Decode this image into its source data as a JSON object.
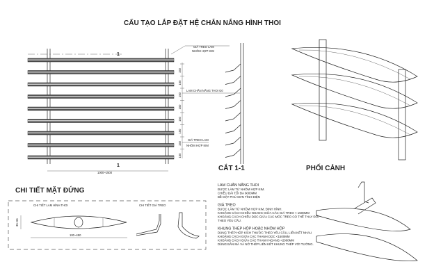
{
  "title": "CẤU TẠO LẮP ĐẶT HỆ CHẮN NẮNG HÌNH THOI",
  "elevation": {
    "section_mark": "1",
    "width_dim": "1000~1500"
  },
  "section": {
    "title": "CẮT 1-1",
    "label_top": [
      "GIÁ TREO LAM",
      "NHÔM HỢP KIM"
    ],
    "label_mid": "LAM CHẮN NẮNG THOI G0",
    "label_bottom": [
      "GIÁ TREO LAM",
      "NHÔM HỢP KIM"
    ],
    "spacing": "150"
  },
  "perspective": {
    "title": "PHỐI CẢNH"
  },
  "detail": {
    "title": "CHI TIẾT MẶT ĐỨNG",
    "lam_label": "CHI TIẾT LAM HÌNH THOI",
    "bracket_label": "CHI TIẾT GIÁ TREO",
    "height_dim": "35~65",
    "width_dim": "100~450"
  },
  "notes": [
    {
      "heading": "LAM CHẮN NẮNG THOI",
      "lines": [
        "ĐƯỢC LÀM TỪ NHÔM HỢP KIM.",
        "CHIỀU DÀI TỐI ĐA 6000MM",
        "BỀ MẶT PHỦ SƠN TĨNH ĐIỆN"
      ]
    },
    {
      "heading": "GIÁ TREO",
      "lines": [
        "ĐƯỢC LÀM TỪ NHÔM HỢP KIM, ĐỊNH HÌNH.",
        "KHOẢNG CÁCH CHIỀU NGANG GIỮA CÁC GIÁ TREO < 1500MM",
        "KHOẢNG CÁCH CHIỀU DỌC GIỮA CÁC MÓC TREO CÓ THỂ THAY ĐỔI",
        "THEO YÊU CẦU."
      ]
    },
    {
      "heading": "KHUNG THÉP HỘP HOẶC NHÔM HỘP",
      "lines": [
        "DÙNG THÉP HỘP KÍCH THƯỚC THEO YÊU CẦU, LIÊN KẾT NHAU",
        "KHOẢNG CÁCH GIỮA CÁC THANH DỌC <1500MM",
        "KHOẢNG CÁCH GIỮA CÁC THANH NGANG <2000MM",
        "DÙNG BẢN MÃ VÀ NỞ THÉP LIÊN KẾT KHUNG THÉP VỚI TƯỜNG."
      ]
    }
  ]
}
